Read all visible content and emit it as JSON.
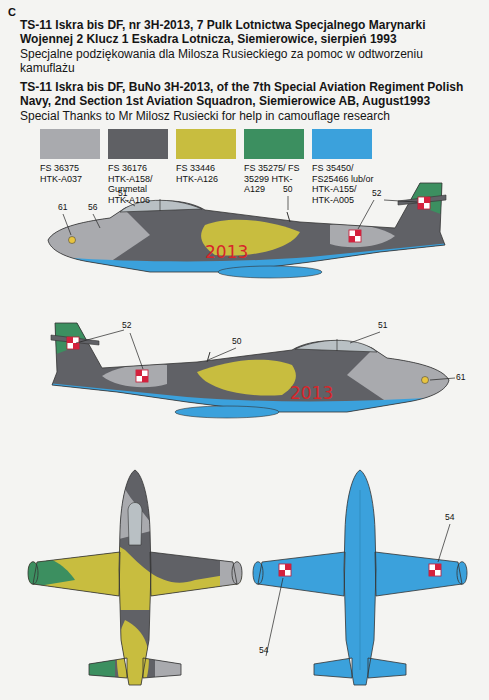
{
  "diagram": {
    "labels": [
      "C",
      "TS-11 Iskra bis DF,  nr 3H-2013, 7 Pulk Lotnictwa Specjalnego Marynarki Wojennej 2 Klucz 1 Eskadra Lotnicza, Siemierowice, sierpień 1993",
      "Specjalne podziękowania dla Milosza Rusieckiego za pomoc w odtworzeniu kamuflażu",
      "TS-11 Iskra bis DF, BuNo 3H-2013, of the  7th Special Aviation Regiment Polish Navy, 2nd Section 1st Aviation Squadron, Siemierowice AB, August1993",
      "Special Thanks to Mr Milosz Rusiecki for help in camouflage research",
      "61",
      "56",
      "51",
      "50",
      "52",
      "2013",
      "52",
      "50",
      "51",
      "2013",
      "61",
      "54",
      "54"
    ],
    "legend": [
      {
        "text": "FS 36375 HTK-A037",
        "color": "#a9aaae"
      },
      {
        "text": "FS 36176 HTK-A158/ Gunmetal HTK-A106",
        "color": "#5f6064"
      },
      {
        "text": "FS 33446 HTK-A126",
        "color": "#c8bd3f"
      },
      {
        "text": "FS 35275/ FS 35299 HTK-A129",
        "color": "#3c8f60"
      },
      {
        "text": "FS 35450/ FS25466 lub/or HTK-A155/ HTK-A005",
        "color": "#3ba1dc"
      }
    ]
  }
}
